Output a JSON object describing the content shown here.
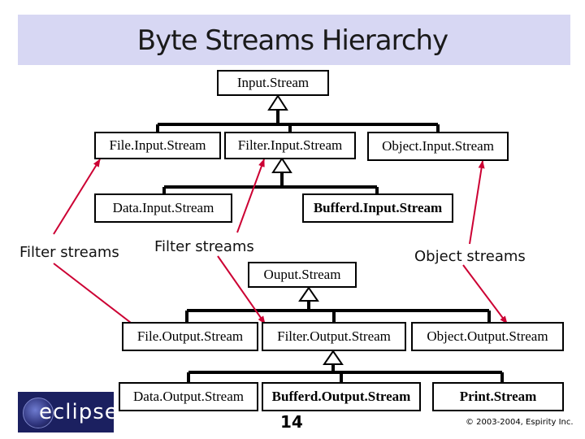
{
  "title": "Byte Streams Hierarchy",
  "input_root": "Input.Stream",
  "input_children": {
    "file": "File.Input.Stream",
    "filter": "Filter.Input.Stream",
    "object": "Object.Input.Stream"
  },
  "input_filter_children": {
    "data": "Data.Input.Stream",
    "buffered": "Bufferd.Input.Stream"
  },
  "annotations": {
    "filter_left": "Filter streams",
    "filter_mid": "Filter streams",
    "object": "Object streams"
  },
  "output_root": "Ouput.Stream",
  "output_children": {
    "file": "File.Output.Stream",
    "filter": "Filter.Output.Stream",
    "object": "Object.Output.Stream"
  },
  "output_filter_children": {
    "data": "Data.Output.Stream",
    "buffered": "Bufferd.Output.Stream",
    "print": "Print.Stream"
  },
  "footer": {
    "page_number": "14",
    "copyright": "© 2003-2004, Espirity Inc.",
    "logo_text": "eclipse"
  },
  "colors": {
    "title_band": "#d7d7f3",
    "arrow": "#cc0033"
  }
}
